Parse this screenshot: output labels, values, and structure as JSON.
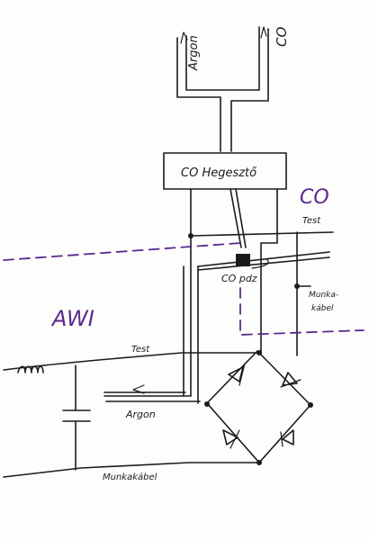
{
  "colors": {
    "ink": "#1b1b1b",
    "accent": "#5b2a8c",
    "paper": "#fdfdfb"
  },
  "labels": {
    "argon_in": "Argon",
    "co_in": "CO",
    "co_generator": "CO Hegesztő",
    "co_big": "CO",
    "co_test": "Test",
    "co_torch": "CO pdz",
    "co_work_cable_1": "Munka-",
    "co_work_cable_2": "kábel",
    "awi_big": "AWI",
    "awi_test": "Test",
    "awi_argon": "Argon",
    "awi_work_cable": "Munkakábel"
  }
}
